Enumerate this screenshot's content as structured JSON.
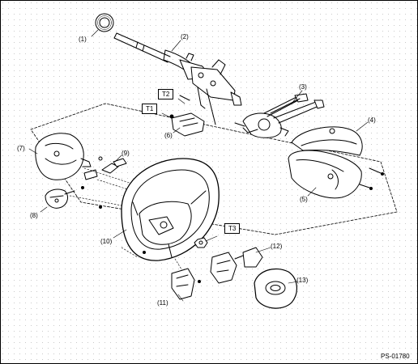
{
  "labels": {
    "p1": "(1)",
    "p2": "(2)",
    "p3": "(3)",
    "p4": "(4)",
    "p5": "(5)",
    "p6": "(6)",
    "p7": "(7)",
    "p8": "(8)",
    "p9": "(9)",
    "p10": "(10)",
    "p11": "(11)",
    "p12": "(12)",
    "p13": "(13)"
  },
  "torque_labels": {
    "t1": "T1",
    "t2": "T2",
    "t3": "T3"
  },
  "figure_code": "PS-01780"
}
